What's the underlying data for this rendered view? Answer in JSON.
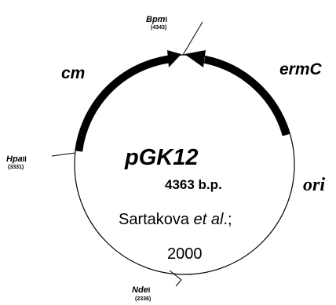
{
  "plasmid": {
    "name": "pGK12",
    "size": "4363 b.p."
  },
  "genes": {
    "left": "cm",
    "right": "ermC"
  },
  "origin": "ori",
  "sites": [
    {
      "enzyme_main": "Bpm",
      "enzyme_suffix": "I",
      "position": "(4343)"
    },
    {
      "enzyme_main": "Hpa",
      "enzyme_suffix": "II",
      "position": "(3331)"
    },
    {
      "enzyme_main": "Nde",
      "enzyme_suffix": "I",
      "position": "(2336)"
    }
  ],
  "citation": {
    "authors": "Sartakova",
    "etal": "et al",
    "tail": ".;",
    "year": "2000"
  },
  "colors": {
    "ink": "#000000",
    "background": "#ffffff"
  }
}
